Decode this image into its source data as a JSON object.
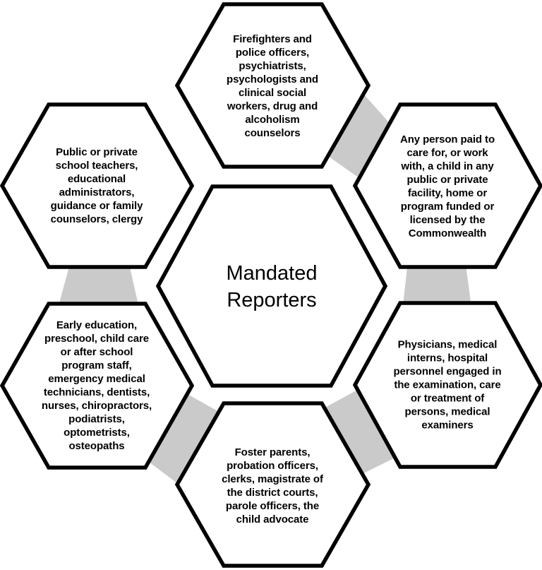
{
  "diagram": {
    "center_label": "Mandated\nReporters",
    "hexagons": {
      "top": "Firefighters and\npolice officers,\npsychiatrists,\npsychologists and\nclinical social\nworkers, drug and\nalcoholism\ncounselors",
      "top_right": "Any person paid to\ncare for, or work\nwith, a child in any\npublic or private\nfacility, home or\nprogram funded or\nlicensed by the\nCommonwealth",
      "bottom_right": "Physicians, medical\ninterns, hospital\npersonnel engaged in\nthe examination, care\nor treatment of\npersons, medical\nexaminers",
      "bottom": "Foster parents,\nprobation officers,\nclerks, magistrate of\nthe district courts,\nparole officers, the\nchild advocate",
      "bottom_left": "Early education,\npreschool, child care\nor after school\nprogram staff,\nemergency medical\ntechnicians, dentists,\nnurses, chiropractors,\npodiatrists,\noptometrists,\nosteopaths",
      "top_left": "Public or private\nschool teachers,\neducational\nadministrators,\nguidance or family\ncounselors, clergy"
    },
    "colors": {
      "outline": "#000000",
      "hexagon_fill": "#ffffff",
      "connector_fill": "#cacaca",
      "text": "#000000"
    }
  }
}
